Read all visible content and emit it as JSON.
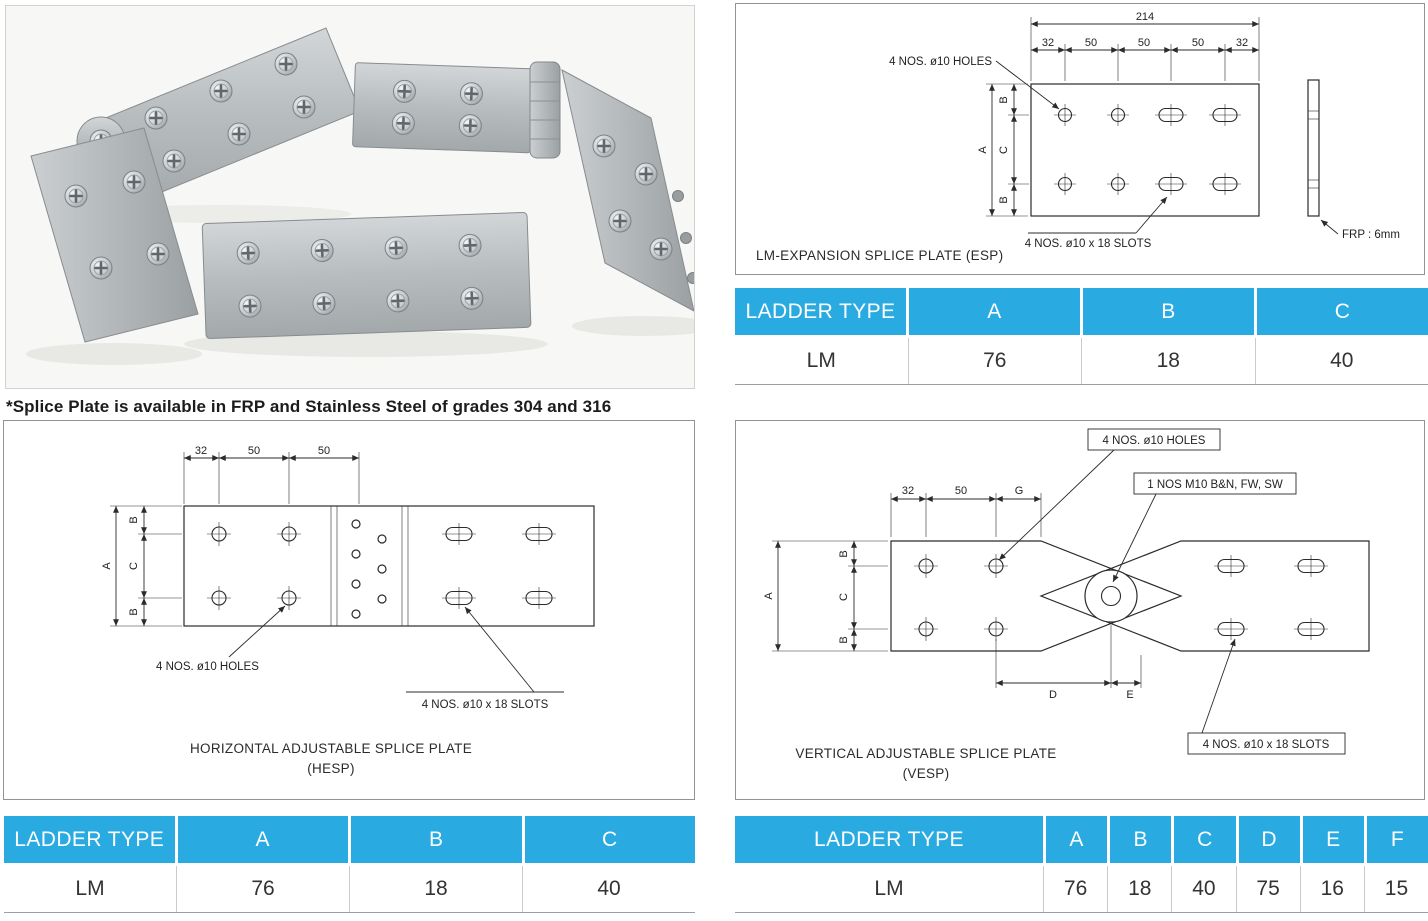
{
  "colors": {
    "accent": "#29abe2"
  },
  "page": {
    "note": "*Splice Plate is available in FRP and Stainless Steel of grades 304 and 316"
  },
  "photo": {
    "alt": "splice-plates-product-photo"
  },
  "esp": {
    "title": "LM-EXPANSION SPLICE PLATE (ESP)",
    "dim_total": "214",
    "dim_segments": [
      "32",
      "50",
      "50",
      "50",
      "32"
    ],
    "dim_side": {
      "a": "A",
      "b_top": "B",
      "c": "C",
      "b_bottom": "B"
    },
    "ann_holes": "4 NOS. ø10 HOLES",
    "ann_slots": "4 NOS. ø10 x 18 SLOTS",
    "ann_thickness": "FRP : 6mm",
    "table": {
      "headers": [
        "LADDER TYPE",
        "A",
        "B",
        "C"
      ],
      "rows": [
        [
          "LM",
          "76",
          "18",
          "40"
        ]
      ]
    }
  },
  "hesp": {
    "title": "HORIZONTAL ADJUSTABLE SPLICE PLATE",
    "subtitle": "(HESP)",
    "dim_segments": [
      "32",
      "50",
      "50"
    ],
    "dim_side": {
      "a": "A",
      "b_top": "B",
      "c": "C",
      "b_bottom": "B"
    },
    "ann_holes": "4 NOS. ø10 HOLES",
    "ann_slots": "4 NOS. ø10 x 18 SLOTS",
    "table": {
      "headers": [
        "LADDER TYPE",
        "A",
        "B",
        "C"
      ],
      "rows": [
        [
          "LM",
          "76",
          "18",
          "40"
        ]
      ]
    }
  },
  "vesp": {
    "title": "VERTICAL ADJUSTABLE SPLICE PLATE",
    "subtitle": "(VESP)",
    "dim_segments": [
      "32",
      "50",
      "G"
    ],
    "dim_side": {
      "a": "A",
      "b_top": "B",
      "c": "C",
      "b_bottom": "B"
    },
    "dim_bottom": [
      "D",
      "E"
    ],
    "ann_holes": "4 NOS. ø10 HOLES",
    "ann_bolt": "1 NOS M10 B&N, FW, SW",
    "ann_slots": "4 NOS. ø10 x 18 SLOTS",
    "table": {
      "headers": [
        "LADDER TYPE",
        "A",
        "B",
        "C",
        "D",
        "E",
        "F"
      ],
      "rows": [
        [
          "LM",
          "76",
          "18",
          "40",
          "75",
          "16",
          "15"
        ]
      ]
    }
  }
}
